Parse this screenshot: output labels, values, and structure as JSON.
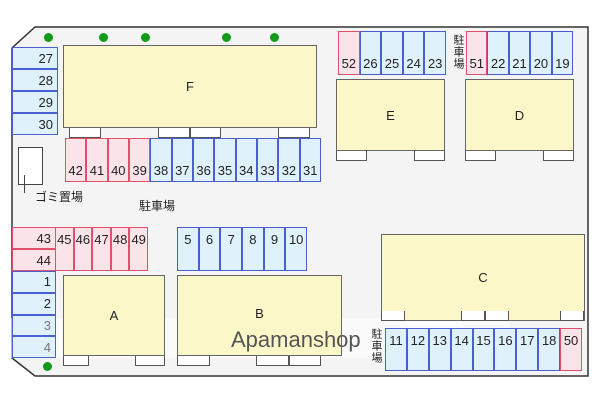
{
  "buildings": {
    "A": "A",
    "B": "B",
    "C": "C",
    "D": "D",
    "E": "E",
    "F": "F"
  },
  "labels": {
    "parking": "駐車場",
    "parking_v1": "駐車場",
    "parking_v2": "駐車場",
    "garbage": "ゴミ置場"
  },
  "watermark": "Apamanshop",
  "spots": {
    "left_top": [
      "27",
      "28",
      "29",
      "30"
    ],
    "row_f": [
      "42",
      "41",
      "40",
      "39",
      "38",
      "37",
      "36",
      "35",
      "34",
      "33",
      "32",
      "31"
    ],
    "row_e": [
      "52",
      "26",
      "25",
      "24",
      "23"
    ],
    "row_d": [
      "51",
      "22",
      "21",
      "20",
      "19"
    ],
    "left_mid": [
      "43",
      "44"
    ],
    "row_45": [
      "45",
      "46",
      "47",
      "48",
      "49"
    ],
    "row_5": [
      "5",
      "6",
      "7",
      "8",
      "9",
      "10"
    ],
    "left_bottom": [
      "1",
      "2",
      "3",
      "4"
    ],
    "row_c": [
      "11",
      "12",
      "13",
      "14",
      "15",
      "16",
      "17",
      "18",
      "50"
    ]
  },
  "colors": {
    "occupied_pink": "#fbe3ea",
    "vacant_blue": "#dff1fb",
    "building": "#fcf7c9"
  }
}
